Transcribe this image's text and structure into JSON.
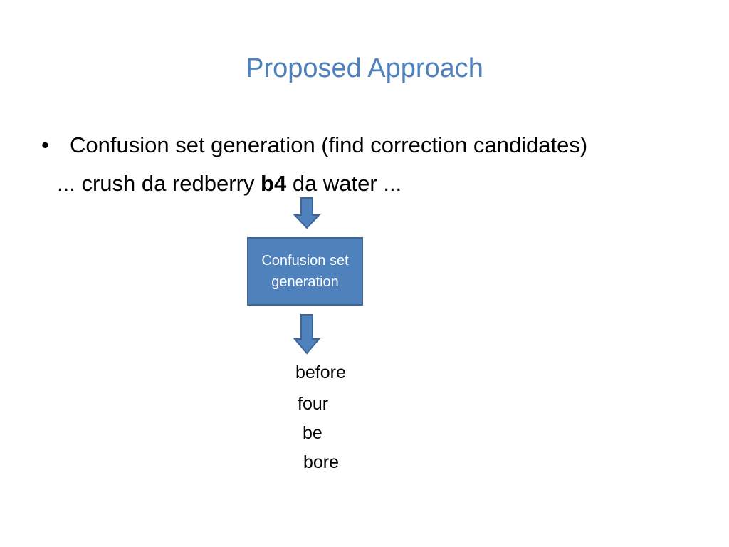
{
  "slide": {
    "title": "Proposed Approach",
    "bullet_symbol": "•",
    "bullet_text": "Confusion set generation (find correction candidates)",
    "example_prefix": "... crush da redberry ",
    "example_highlight": "b4",
    "example_suffix": " da water ...",
    "process_box_label": "Confusion set generation",
    "candidates": [
      "before",
      "four",
      "be",
      "bore"
    ]
  },
  "colors": {
    "title": "#4f81bd",
    "box_fill": "#4f81bd",
    "box_border": "#3d6596",
    "arrow_fill": "#4f81bd",
    "arrow_stroke": "#3d6596"
  },
  "icons": {
    "arrow_top": "down-arrow-icon",
    "arrow_bottom": "down-arrow-icon"
  }
}
